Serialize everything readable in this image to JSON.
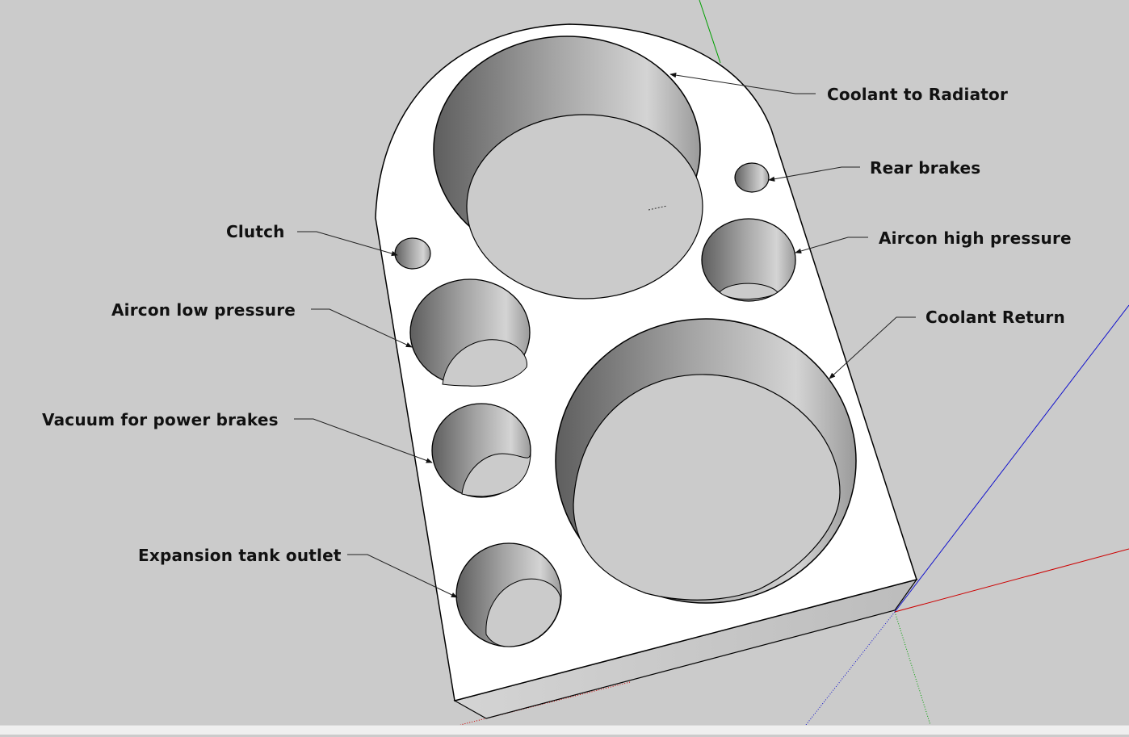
{
  "diagram": {
    "labels": {
      "coolant_to_radiator": "Coolant to Radiator",
      "rear_brakes": "Rear brakes",
      "clutch": "Clutch",
      "aircon_high_pressure": "Aircon high pressure",
      "aircon_low_pressure": "Aircon low pressure",
      "coolant_return": "Coolant Return",
      "vacuum_for_power_brakes": "Vacuum for power brakes",
      "expansion_tank_outlet": "Expansion tank outlet"
    },
    "colors": {
      "background": "#cbcbcb",
      "part_face": "#ffffff",
      "edges": "#000000",
      "axis_red": "#cc0000",
      "axis_green": "#00a000",
      "axis_blue": "#0000cc"
    }
  }
}
